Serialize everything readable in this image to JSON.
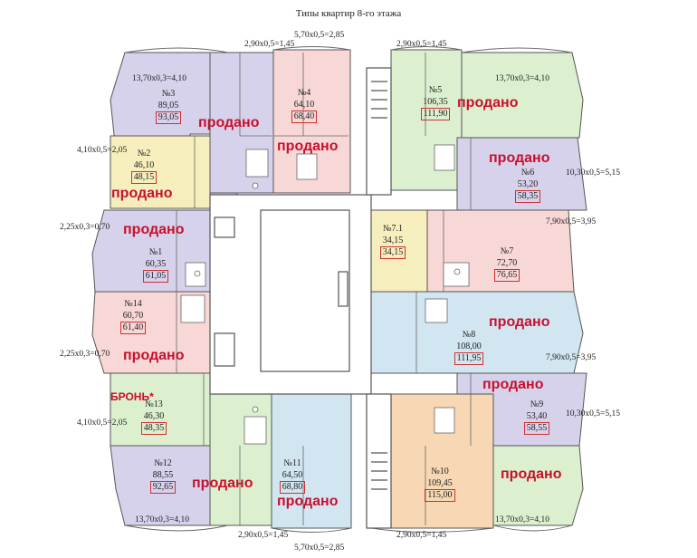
{
  "title": "Типы квартир 8-го этажа",
  "colors": {
    "violet": "#d6d2ec",
    "yellow": "#f6efbd",
    "pink": "#f7d8d6",
    "green": "#dcf0cf",
    "blue": "#d2e6f2",
    "peach": "#f8d8b4",
    "wall": "#555555",
    "sold": "#c8102e",
    "price_border": "#d03030"
  },
  "dimensions": {
    "top_center": "5,70х0,5=2,85",
    "top_left": "2,90х0,5=1,45",
    "top_right": "2,90х0,5=1,45",
    "top_far_left": "13,70х0,3=4,10",
    "top_far_right": "13,70х0,3=4,10",
    "left_1": "4,10х0,5=2,05",
    "left_2": "2,25х0,3=0,70",
    "left_3": "2,25х0,3=0,70",
    "left_4": "4,10х0,5=2,05",
    "right_1": "10,30х0,5=5,15",
    "right_2": "7,90х0,5=3,95",
    "right_3": "7,90х0,5=3,95",
    "right_4": "10,30х0,5=5,15",
    "bottom_far_left": "13,70х0,3=4,10",
    "bottom_far_right": "13,70х0,3=4,10",
    "bottom_left": "2,90х0,5=1,45",
    "bottom_right": "2,90х0,5=1,45",
    "bottom_center": "5,70х0,5=2,85"
  },
  "apartments": [
    {
      "number": "№3",
      "area": "89,05",
      "total": "93,05"
    },
    {
      "number": "№4",
      "area": "64,10",
      "total": "68,40"
    },
    {
      "number": "№5",
      "area": "106,35",
      "total": "111,90"
    },
    {
      "number": "№2",
      "area": "46,10",
      "total": "48,15"
    },
    {
      "number": "№6",
      "area": "53,20",
      "total": "58,35"
    },
    {
      "number": "№7.1",
      "area": "34,15",
      "total": "34,15"
    },
    {
      "number": "№7",
      "area": "72,70",
      "total": "76,65"
    },
    {
      "number": "№1",
      "area": "60,35",
      "total": "61,05"
    },
    {
      "number": "№14",
      "area": "60,70",
      "total": "61,40"
    },
    {
      "number": "№8",
      "area": "108,00",
      "total": "111,95"
    },
    {
      "number": "№13",
      "area": "46,30",
      "total": "48,35"
    },
    {
      "number": "№9",
      "area": "53,40",
      "total": "58,55"
    },
    {
      "number": "№12",
      "area": "88,55",
      "total": "92,65"
    },
    {
      "number": "№11",
      "area": "64,50",
      "total": "68,80"
    },
    {
      "number": "№10",
      "area": "109,45",
      "total": "115,00"
    }
  ],
  "statuses": {
    "sold": "продано",
    "reserved": "БРОНЬ*"
  }
}
